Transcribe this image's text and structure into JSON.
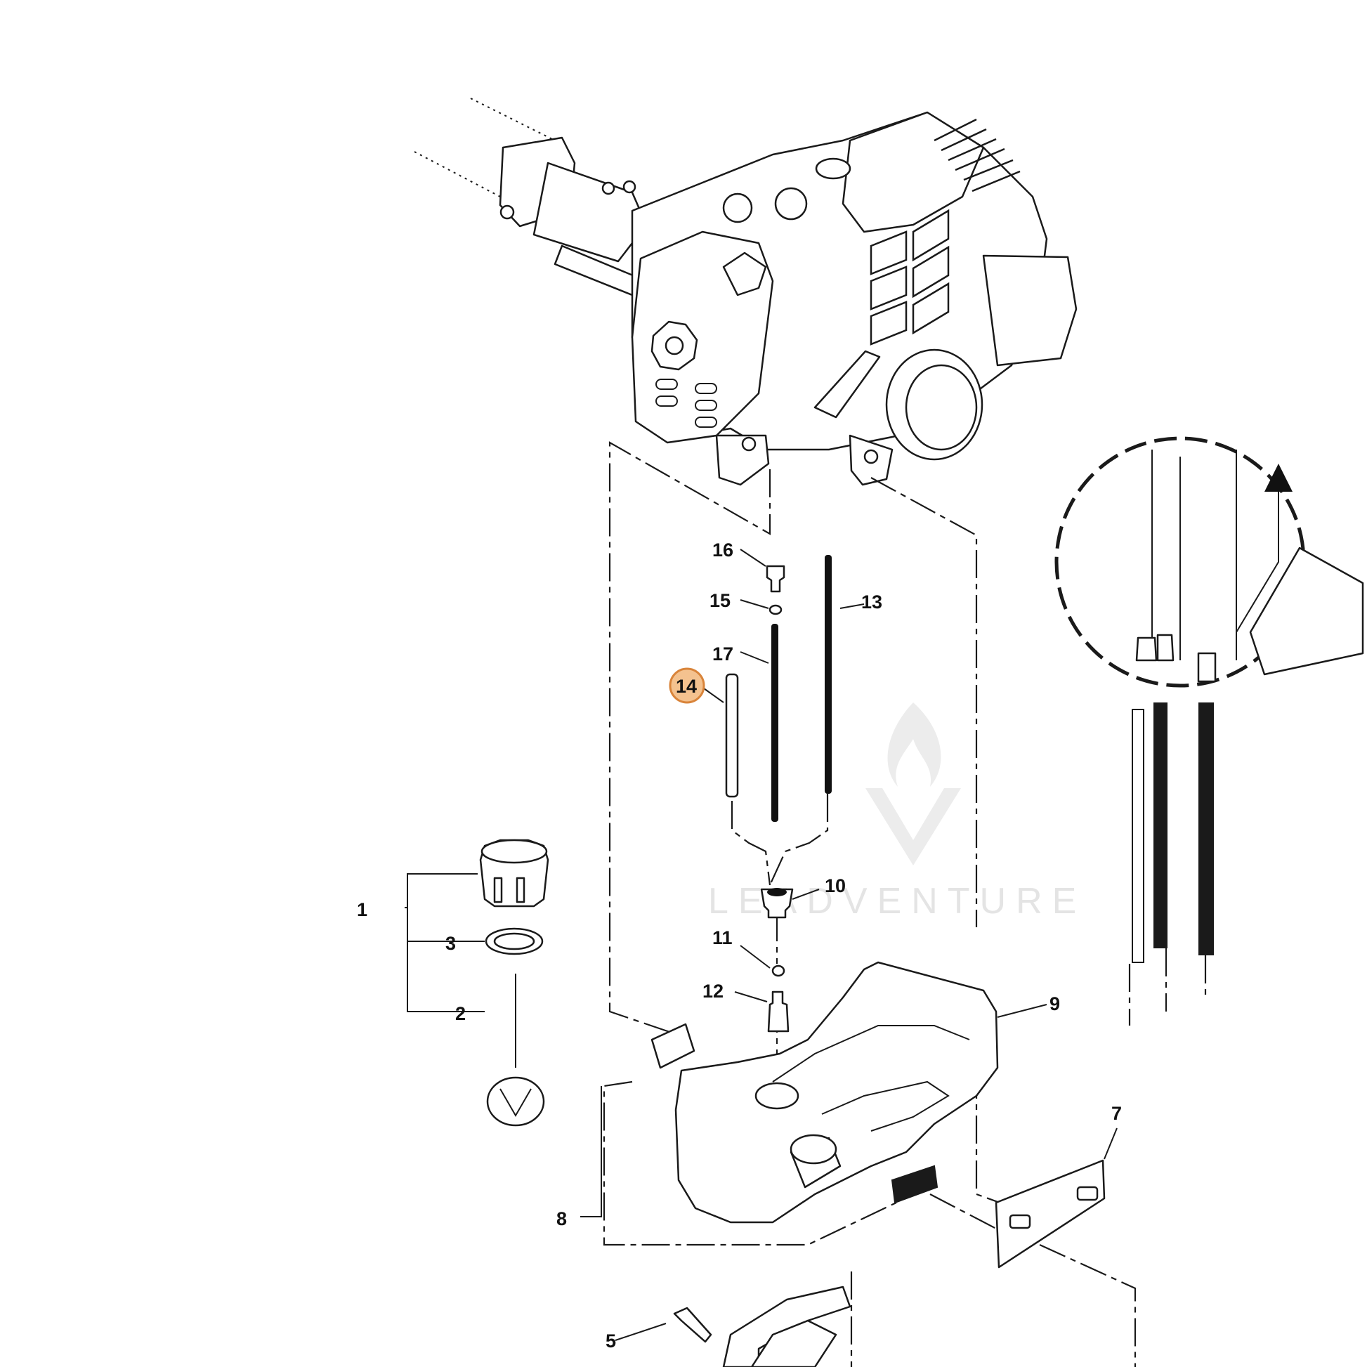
{
  "diagram": {
    "callouts": [
      {
        "id": "c1",
        "label": "1"
      },
      {
        "id": "c2",
        "label": "2"
      },
      {
        "id": "c3",
        "label": "3"
      },
      {
        "id": "c5",
        "label": "5"
      },
      {
        "id": "c7",
        "label": "7"
      },
      {
        "id": "c8",
        "label": "8"
      },
      {
        "id": "c9",
        "label": "9"
      },
      {
        "id": "c10",
        "label": "10"
      },
      {
        "id": "c11",
        "label": "11"
      },
      {
        "id": "c12",
        "label": "12"
      },
      {
        "id": "c13",
        "label": "13"
      },
      {
        "id": "c14",
        "label": "14",
        "highlighted": true
      },
      {
        "id": "c15",
        "label": "15"
      },
      {
        "id": "c16",
        "label": "16"
      },
      {
        "id": "c17",
        "label": "17"
      }
    ],
    "highlight_color": "#f4c28f",
    "highlight_border": "#d9843a",
    "line_color": "#1a1a1a"
  },
  "watermark": {
    "text": "LEADVENTURE"
  }
}
